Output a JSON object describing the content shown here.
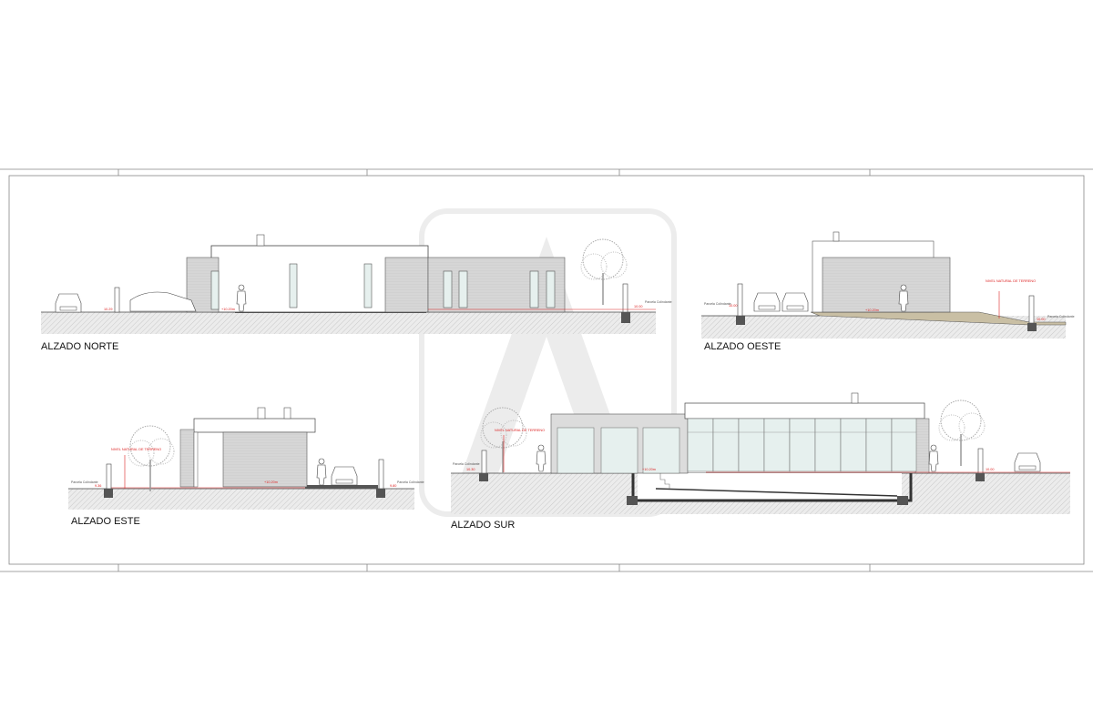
{
  "sheet": {
    "elevations": {
      "norte": {
        "title": "ALZADO NORTE",
        "level": "+10.20m",
        "left_elev": "10.29",
        "right_elev": "10.00",
        "parcel": "Parcela Colindante"
      },
      "oeste": {
        "title": "ALZADO OESTE",
        "level": "+10.20m",
        "left_elev": "10.00",
        "right_elev": "10.00",
        "parcel": "Parcela Colindante",
        "natural_level": "NIVEL NATURAL DE TERRENO"
      },
      "este": {
        "title": "ALZADO ESTE",
        "level": "+10.20m",
        "left_elev": "9.36",
        "right_elev": "9.80",
        "parcel": "Parcela Colindante",
        "natural_level": "NIVEL NATURAL DE TERRENO"
      },
      "sur": {
        "title": "ALZADO SUR",
        "level": "+10.20m",
        "left_elev": "10.30",
        "right_elev": "10.00",
        "parcel": "Parcela Colindante",
        "natural_level": "NIVEL NATURAL DE TERRENO"
      }
    }
  },
  "colors": {
    "line": "#333333",
    "dimension": "#d22222",
    "facade": "#d9d9d9",
    "glass": "#e6f0ee",
    "ground": "#e9e9e9"
  }
}
